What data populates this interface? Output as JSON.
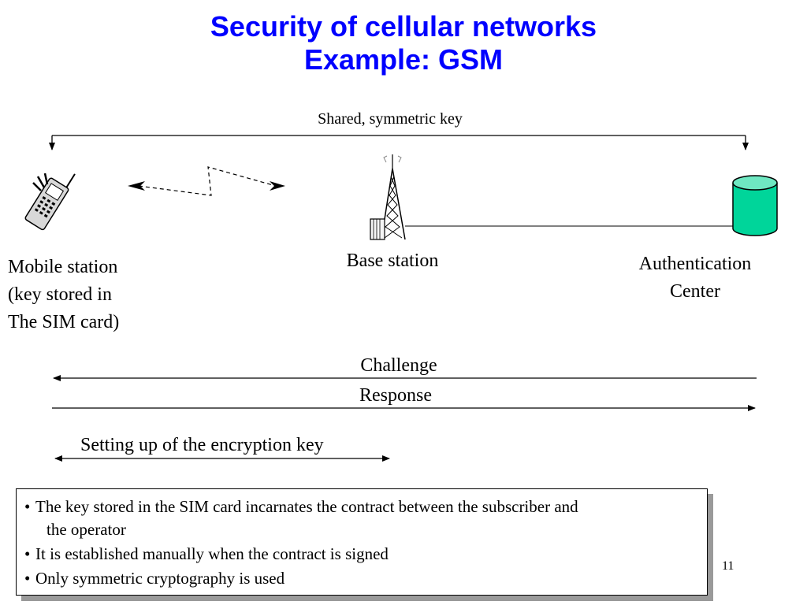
{
  "slide": {
    "title_line1": "Security of cellular networks",
    "title_line2": "Example: GSM",
    "page_number": "11"
  },
  "diagram": {
    "shared_key_label": "Shared, symmetric key",
    "mobile_station": [
      "Mobile station",
      "(key stored in",
      "The SIM card)"
    ],
    "base_station": "Base station",
    "auth_center": [
      "Authentication",
      "Center"
    ],
    "challenge": "Challenge",
    "response": "Response",
    "encryption_key": "Setting up of the encryption key",
    "colors": {
      "auth_center_fill": "#00d59a",
      "auth_center_top": "#6fe8c2",
      "title": "#0000ff"
    }
  },
  "notes": {
    "bullet": "•",
    "items": [
      "The key stored in the SIM card incarnates the contract between the subscriber and",
      "the operator",
      "It is established manually when the contract is signed",
      "Only symmetric cryptography is used"
    ]
  }
}
